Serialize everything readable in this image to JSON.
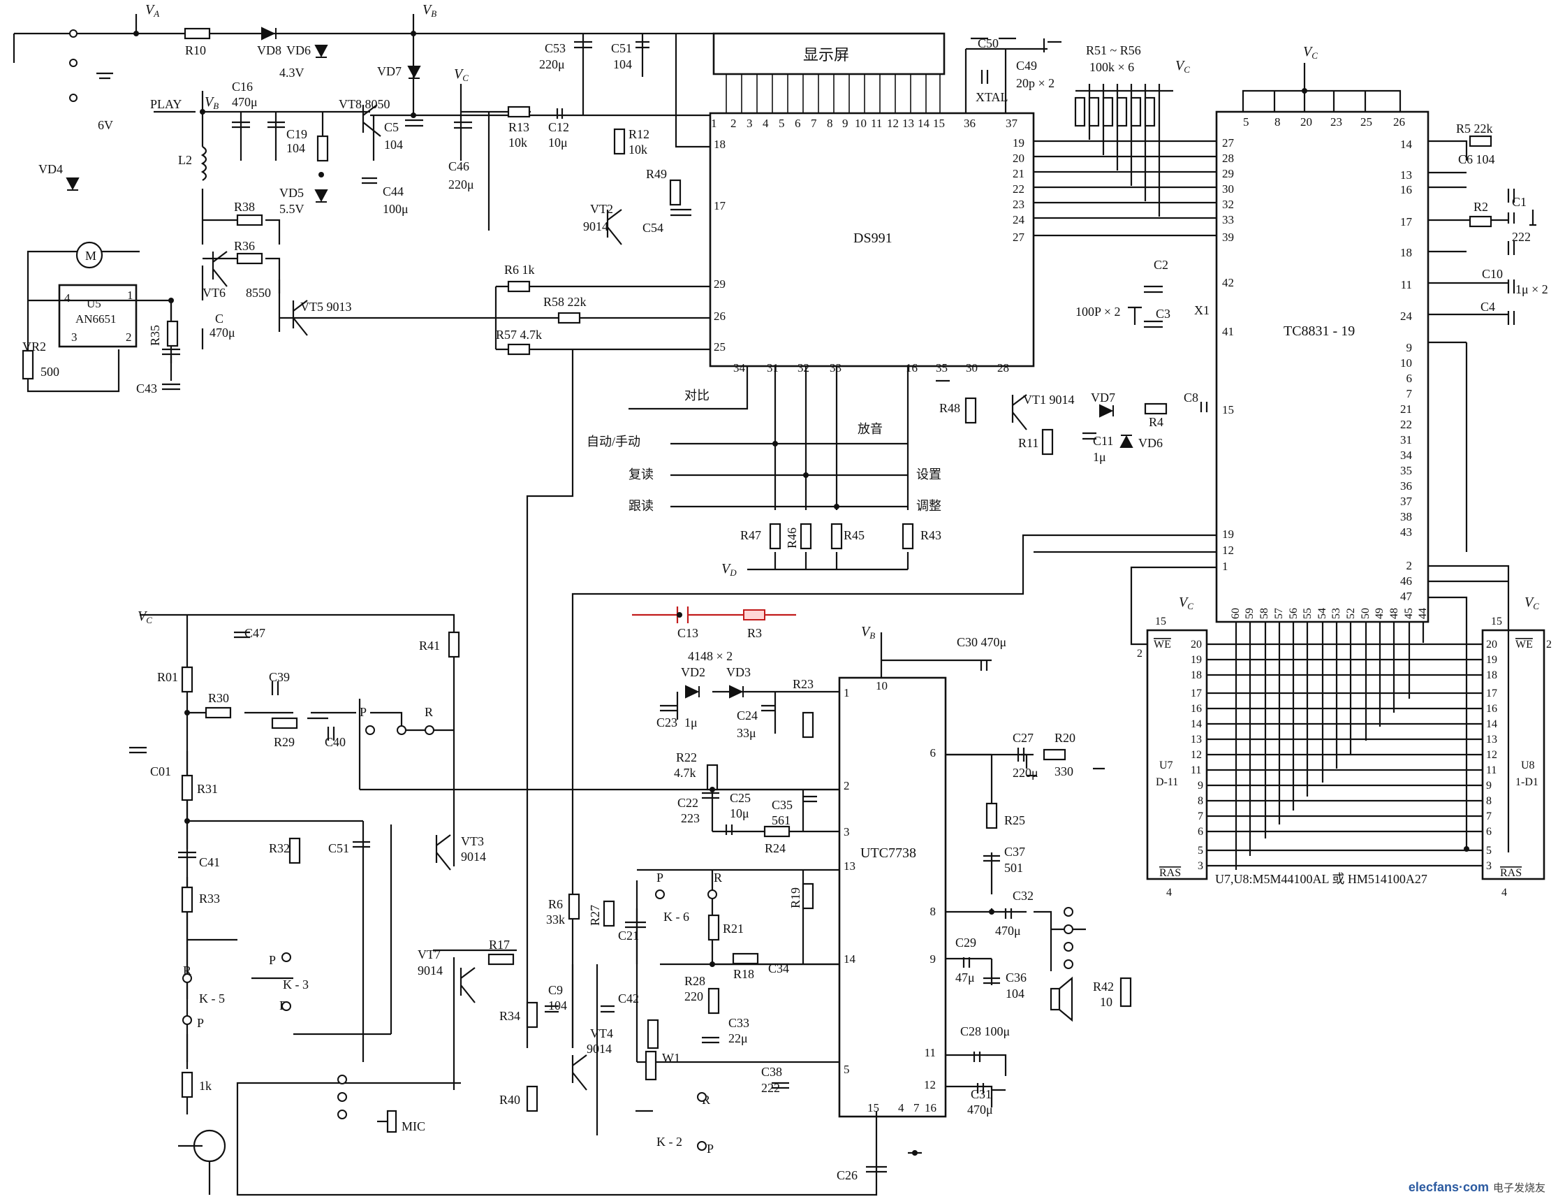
{
  "schematic": {
    "ics": {
      "ds991": {
        "name": "DS991",
        "display": "显示屏",
        "top_pins": [
          "1",
          "2",
          "3",
          "4",
          "5",
          "6",
          "7",
          "8",
          "9",
          "10",
          "11",
          "12",
          "13",
          "14",
          "15",
          "36",
          "37"
        ],
        "left_pins": [
          "18",
          "17",
          "29",
          "26",
          "25"
        ],
        "right_pins": [
          "19",
          "20",
          "21",
          "22",
          "23",
          "24",
          "27"
        ],
        "bottom_pins": [
          "34",
          "31",
          "32",
          "33",
          "16",
          "35",
          "30",
          "28"
        ]
      },
      "tc8831": {
        "name": "TC8831 - 19",
        "top_pins": [
          "5",
          "8",
          "20",
          "23",
          "25",
          "26"
        ],
        "left_pins": [
          "27",
          "28",
          "29",
          "30",
          "32",
          "33",
          "39",
          "42",
          "41",
          "15",
          "19",
          "12",
          "1"
        ],
        "right_pins": [
          "14",
          "13",
          "16",
          "17",
          "18",
          "11",
          "24",
          "9",
          "10",
          "6",
          "7",
          "21",
          "22",
          "31",
          "34",
          "35",
          "36",
          "37",
          "38",
          "43",
          "2",
          "46",
          "47"
        ],
        "bottom_pins": [
          "60",
          "59",
          "58",
          "57",
          "56",
          "55",
          "54",
          "53",
          "52",
          "50",
          "49",
          "48",
          "45",
          "44"
        ]
      },
      "utc7738": {
        "name": "UTC7738",
        "left_pins": [
          "1",
          "2",
          "3",
          "13",
          "14",
          "5"
        ],
        "right_pins": [
          "6",
          "8",
          "9",
          "11",
          "12"
        ],
        "top_pins": [
          "10"
        ],
        "bottom_pins": [
          "15",
          "4",
          "7",
          "16"
        ]
      },
      "u5": {
        "name": "U5",
        "part": "AN6651",
        "pins": [
          "4",
          "1",
          "3",
          "2"
        ]
      },
      "u7": {
        "name": "U7",
        "part": "D-11",
        "pins": [
          "2",
          "20",
          "19",
          "18",
          "17",
          "16",
          "14",
          "13",
          "12",
          "11",
          "9",
          "8",
          "7",
          "6",
          "5",
          "3",
          "15",
          "4"
        ]
      },
      "u8": {
        "name": "U8",
        "part": "1-D1",
        "pins": [
          "20",
          "19",
          "18",
          "17",
          "16",
          "14",
          "13",
          "12",
          "11",
          "9",
          "8",
          "7",
          "6",
          "5",
          "3",
          "2",
          "15",
          "4"
        ]
      },
      "mem_note": "U7,U8:M5M44100AL 或 HM514100A27"
    },
    "supplies": {
      "va": "V",
      "vb": "V",
      "vc": "V",
      "vd": "V",
      "sub_a": "A",
      "sub_b": "B",
      "sub_c": "C",
      "sub_d": "D"
    },
    "labels": {
      "r10": "R10",
      "vd8": "VD8",
      "vd6a": "VD6",
      "vd6a_v": "4.3V",
      "vd7a": "VD7",
      "play": "PLAY",
      "c16": "C16",
      "c16_v": "470μ",
      "vt8": "VT8 8050",
      "c19": "C19",
      "c19_v": "104",
      "c5": "C5",
      "c5_v": "104",
      "c46": "C46",
      "c46_v": "220μ",
      "vd5": "VD5",
      "vd5_v": "5.5V",
      "c44": "C44",
      "c44_v": "100μ",
      "batt": "6V",
      "vd4": "VD4",
      "l2": "L2",
      "r38": "R38",
      "r36": "R36",
      "vt6": "VT6",
      "vt6_n": "8550",
      "vt5": "VT5 9013",
      "c_470": "C",
      "c_470_v": "470μ",
      "r35": "R35",
      "vr2": "VR2",
      "vr2_v": "500",
      "c43": "C43",
      "c53": "C53",
      "c53_v": "220μ",
      "c51a": "C51",
      "c51a_v": "104",
      "r13": "R13",
      "r13_v": "10k",
      "c12": "C12",
      "c12_v": "10μ",
      "r12": "R12",
      "r12_v": "10k",
      "r49": "R49",
      "vt2": "VT2",
      "vt2_n": "9014",
      "c54": "C54",
      "r6": "R6 1k",
      "r58": "R58 22k",
      "r57": "R57 4.7k",
      "c50": "C50",
      "c49": "C49",
      "c49_v": "20p × 2",
      "xtal": "XTAL",
      "r51": "R51 ~ R56",
      "r51_v": "100k × 6",
      "c2": "C2",
      "c3": "C3",
      "c23p": "100P × 2",
      "x1": "X1",
      "r5": "R5 22k",
      "c6": "C6 104",
      "r2": "R2",
      "c1": "C1",
      "c1_v": "222",
      "c10": "C10",
      "c10_v": "1μ × 2",
      "c4": "C4",
      "r48": "R48",
      "vt1": "VT1 9014",
      "vd7b": "VD7",
      "r4": "R4",
      "c8": "C8",
      "r11": "R11",
      "c11": "C11",
      "c11_v": "1μ",
      "vd6b": "VD6",
      "sw_dui": "对比",
      "sw_auto": "自动/手动",
      "sw_fu": "复读",
      "sw_gen": "跟读",
      "sw_fang": "放音",
      "sw_set": "设置",
      "sw_adj": "调整",
      "r47": "R47",
      "r46": "R46",
      "r45": "R45",
      "r43": "R43",
      "c13": "C13",
      "r3": "R3",
      "c30": "C30 470μ",
      "d_pair": "4148 × 2",
      "vd2": "VD2",
      "vd3": "VD3",
      "r23": "R23",
      "c23": "C23",
      "c23_v": "1μ",
      "c24": "C24",
      "c24_v": "33μ",
      "r22": "R22",
      "r22_v": "4.7k",
      "c22": "C22",
      "c22_v": "223",
      "c25": "C25",
      "c25_v": "10μ",
      "c35": "C35",
      "c35_v": "561",
      "r24": "R24",
      "c27": "C27",
      "c27_v": "220μ",
      "r20": "R20",
      "r20_v": "330",
      "r25": "R25",
      "c37": "C37",
      "c37_v": "501",
      "c32": "C32",
      "c32_v": "470μ",
      "c29": "C29",
      "c29_v": "47μ",
      "c36": "C36",
      "c36_v": "104",
      "r42": "R42",
      "r42_v": "10",
      "c28": "C28 100μ",
      "c31": "C31",
      "c31_v": "470μ",
      "c26": "C26",
      "c47": "C47",
      "r01": "R01",
      "c01": "C01",
      "r30": "R30",
      "c39": "C39",
      "r29": "R29",
      "c40": "C40",
      "p": "P",
      "r": "R",
      "r41": "R41",
      "r31": "R31",
      "r32": "R32",
      "c51b": "C51",
      "vt3": "VT3",
      "vt3_n": "9014",
      "c41": "C41",
      "r33": "R33",
      "k3": "K - 3",
      "k5": "K - 5",
      "k6": "K - 6",
      "k2": "K - 2",
      "r1k": "1k",
      "mic": "MIC",
      "vt7": "VT7",
      "vt7_n": "9014",
      "r17": "R17",
      "r34": "R34",
      "r40": "R40",
      "r6b": "R6",
      "r6b_v": "33k",
      "r27": "R27",
      "c9": "C9",
      "c9_v": "104",
      "c42": "C42",
      "vt4": "VT4",
      "vt4_n": "9014",
      "w1": "W1",
      "c21": "C21",
      "r21": "R21",
      "r19": "R19",
      "r18": "R18",
      "c34": "C34",
      "r28": "R28",
      "r28_v": "220",
      "c33": "C33",
      "c33_v": "22μ",
      "c38": "C38",
      "c38_v": "222",
      "we": "WE",
      "ras": "RAS",
      "m": "M"
    },
    "footer": {
      "brand": "elecfans·com",
      "sub": "电子发烧友"
    }
  }
}
